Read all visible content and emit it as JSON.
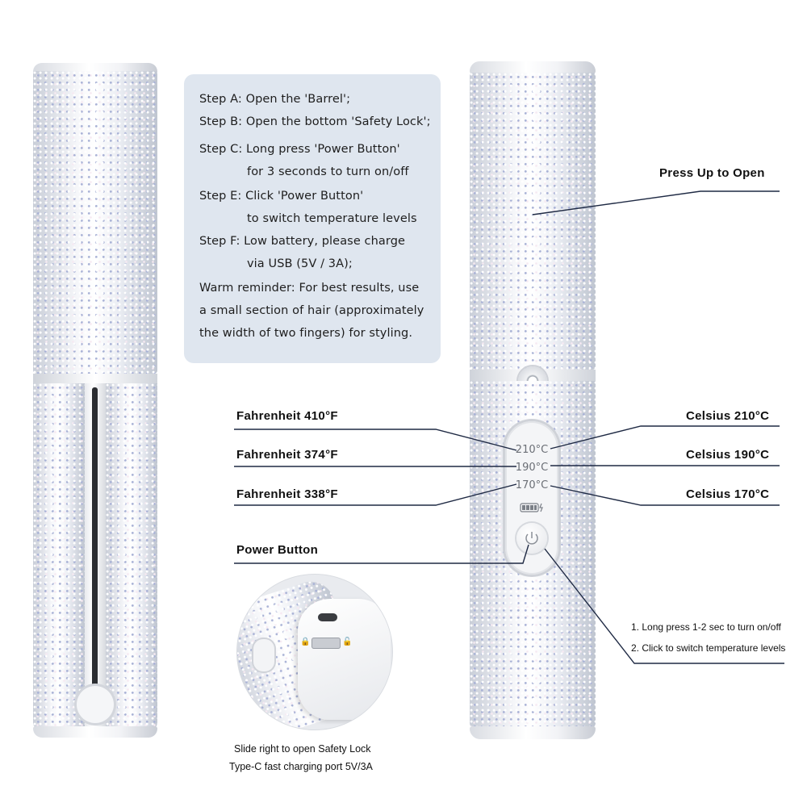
{
  "info": {
    "lines": [
      "Step A: Open the 'Barrel';",
      "Step B: Open the bottom 'Safety Lock';",
      "Step C: Long press 'Power Button'",
      "for 3 seconds to turn on/off",
      "Step E: Click 'Power Button'",
      "to switch temperature levels",
      "Step F: Low battery, please charge",
      "via USB (5V / 3A);",
      "Warm reminder: For best results, use",
      "a small section of hair (approximately",
      "the width of two fingers) for styling."
    ]
  },
  "labels": {
    "press_up": "Press Up to Open",
    "fahrenheit_410": "Fahrenheit  410°F",
    "fahrenheit_374": "Fahrenheit  374°F",
    "fahrenheit_338": "Fahrenheit  338°F",
    "celsius_210": "Celsius  210°C",
    "celsius_190": "Celsius  190°C",
    "celsius_170": "Celsius  170°C",
    "power_button": "Power Button",
    "note_1": "1. Long press 1-2 sec to turn on/off",
    "note_2": "2. Click to switch temperature levels",
    "caption_1": "Slide right to open Safety Lock",
    "caption_2": "Type-C fast charging port  5V/3A"
  },
  "panel": {
    "temp_1": "210°C",
    "temp_2": "190°C",
    "temp_3": "170°C"
  },
  "colors": {
    "info_bg": "#dfe6ef",
    "line": "#1f2a44",
    "sparkle_highlight": "#a9b2d6"
  }
}
